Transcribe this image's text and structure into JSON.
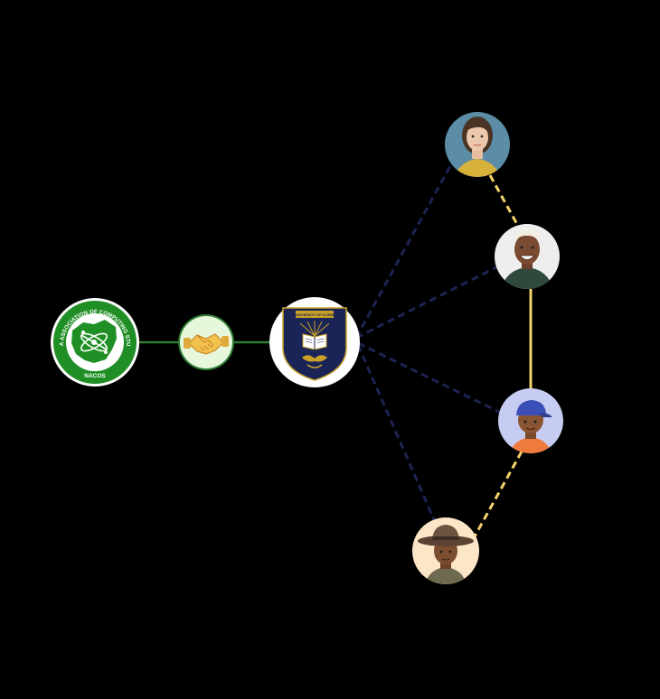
{
  "diagram": {
    "background": "#000000",
    "colors": {
      "nacos_green": "#1f8f25",
      "handshake_bg": "#e6f7dc",
      "link_green": "#2e7d32",
      "link_navy": "#1c2452",
      "link_gold": "#f2d36b",
      "crest_navy": "#1a2456",
      "crest_gold": "#c9a227"
    },
    "nodes": [
      {
        "id": "nacos",
        "kind": "logo",
        "icon": "nacos-logo-icon",
        "arc_text": "NIGERIA ASSOCIATION OF COMPUTING STUDENTS",
        "bottom_text": "NACOS"
      },
      {
        "id": "partnership",
        "kind": "icon",
        "icon": "handshake-icon"
      },
      {
        "id": "university",
        "kind": "logo",
        "icon": "university-crest-icon",
        "crest_text": "UNIVERSITY OF ILORIN"
      },
      {
        "id": "member-1",
        "kind": "avatar",
        "icon": "woman-avatar-icon"
      },
      {
        "id": "member-2",
        "kind": "avatar",
        "icon": "smiling-woman-avatar-icon"
      },
      {
        "id": "member-3",
        "kind": "avatar",
        "icon": "boy-with-cap-avatar-icon"
      },
      {
        "id": "member-4",
        "kind": "avatar",
        "icon": "man-with-hat-avatar-icon"
      }
    ],
    "edges": [
      {
        "from": "nacos",
        "to": "partnership",
        "style": "solid",
        "color": "link_green"
      },
      {
        "from": "partnership",
        "to": "university",
        "style": "solid",
        "color": "link_green"
      },
      {
        "from": "university",
        "to": "member-1",
        "style": "dashed",
        "color": "link_navy"
      },
      {
        "from": "university",
        "to": "member-2",
        "style": "dashed",
        "color": "link_navy"
      },
      {
        "from": "university",
        "to": "member-3",
        "style": "dashed",
        "color": "link_navy"
      },
      {
        "from": "university",
        "to": "member-4",
        "style": "dashed",
        "color": "link_navy"
      },
      {
        "from": "member-1",
        "to": "member-2",
        "style": "dashed",
        "color": "link_gold"
      },
      {
        "from": "member-2",
        "to": "member-3",
        "style": "solid",
        "color": "link_gold"
      },
      {
        "from": "member-3",
        "to": "member-4",
        "style": "dashed",
        "color": "link_gold"
      }
    ]
  }
}
